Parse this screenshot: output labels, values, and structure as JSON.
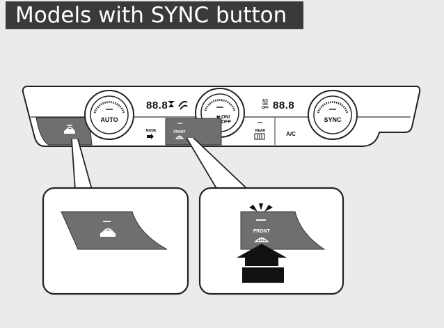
{
  "title": "Models with SYNC button",
  "panel": {
    "left_knob_label": "AUTO",
    "center_knob_label_on": "ON/",
    "center_knob_label_off": "OFF",
    "right_knob_label": "SYNC",
    "mode_label": "MODE",
    "front_label": "FRONT",
    "rear_label": "REAR",
    "ac_label": "A/C",
    "ac_indicator_line1": "A/C",
    "ac_indicator_line2": "ON",
    "ac_indicator_line3": "OFF",
    "left_temp_display": "88.8",
    "right_temp_display": "88.8"
  },
  "callouts": {
    "front_defrost_label": "FRONT"
  },
  "icons": [
    "recirculation-icon",
    "fan-icon",
    "mode-icon",
    "front-defrost-icon",
    "rear-defrost-icon",
    "press-arrow-icon"
  ],
  "colors": {
    "title_bg": "#3a3a3a",
    "background": "#ebebeb",
    "button_gray": "#6f6f6f"
  }
}
